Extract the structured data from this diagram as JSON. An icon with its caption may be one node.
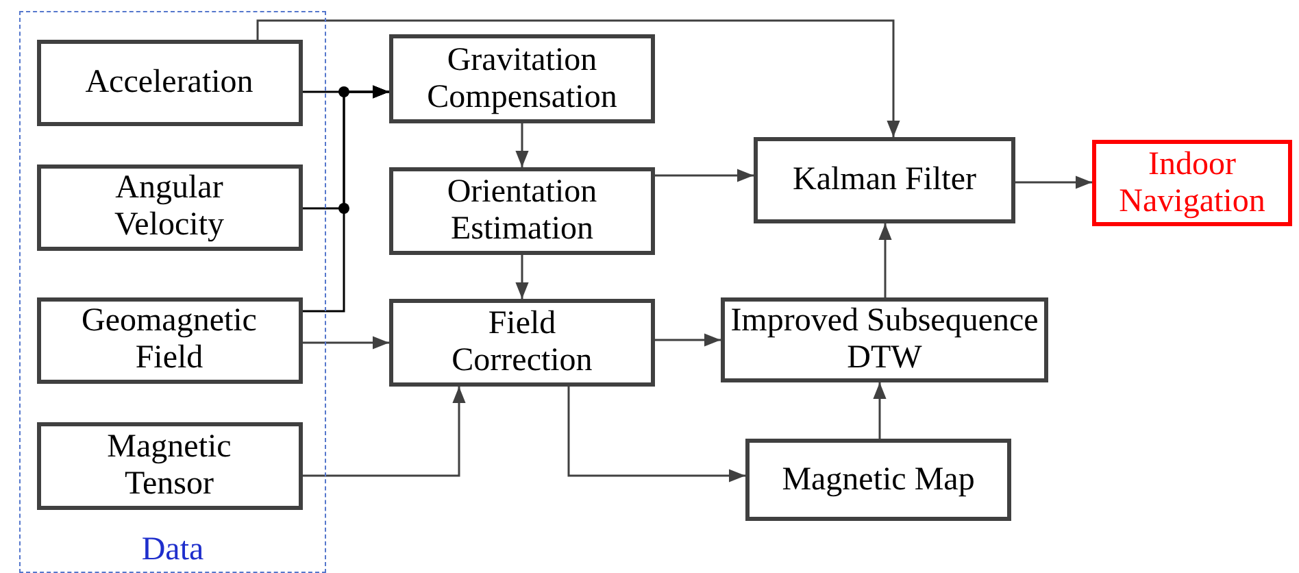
{
  "diagram": {
    "nodes": [
      {
        "text": [
          "Data"
        ]
      },
      {
        "text": [
          "Acceleration"
        ],
        "in": 0
      },
      {
        "text": [
          "Angular Velocity"
        ],
        "in": 0
      },
      {
        "text": [
          "Geomagnetic Field"
        ],
        "in": 0
      },
      {
        "text": [
          "Magnetic Tensor"
        ],
        "in": 0
      },
      {
        "text": [
          "Gravitation Compensation"
        ]
      },
      {
        "text": [
          "Orientation Estimation"
        ]
      },
      {
        "text": [
          "Field Correction"
        ]
      },
      {
        "text": [
          "Kalman Filter"
        ]
      },
      {
        "text": [
          "Indoor Navigation"
        ]
      },
      {
        "text": [
          "Improved Subsequence DTW"
        ]
      },
      {
        "text": [
          "Magnetic Map"
        ]
      }
    ],
    "edges": [
      {
        "from": 1,
        "to": 5,
        "arrow": "to",
        "color": "#000000"
      },
      {
        "from": 2,
        "to": 5,
        "arrow": "to",
        "color": "#000000"
      },
      {
        "from": 3,
        "to": 5,
        "arrow": "to",
        "color": "#000000"
      },
      {
        "from": 1,
        "to": 8,
        "arrow": "to"
      },
      {
        "from": 3,
        "to": 7,
        "arrow": "to"
      },
      {
        "from": 4,
        "to": 7,
        "arrow": "to"
      },
      {
        "from": 5,
        "to": 6,
        "arrow": "to"
      },
      {
        "from": 6,
        "to": 7,
        "arrow": "to"
      },
      {
        "from": 6,
        "to": 8,
        "arrow": "to"
      },
      {
        "from": 7,
        "to": 10,
        "arrow": "to"
      },
      {
        "from": 7,
        "to": 11,
        "arrow": "to"
      },
      {
        "from": 11,
        "to": 10,
        "arrow": "to"
      },
      {
        "from": 10,
        "to": 8,
        "arrow": "to"
      },
      {
        "from": 8,
        "to": 9,
        "arrow": "to"
      }
    ]
  }
}
